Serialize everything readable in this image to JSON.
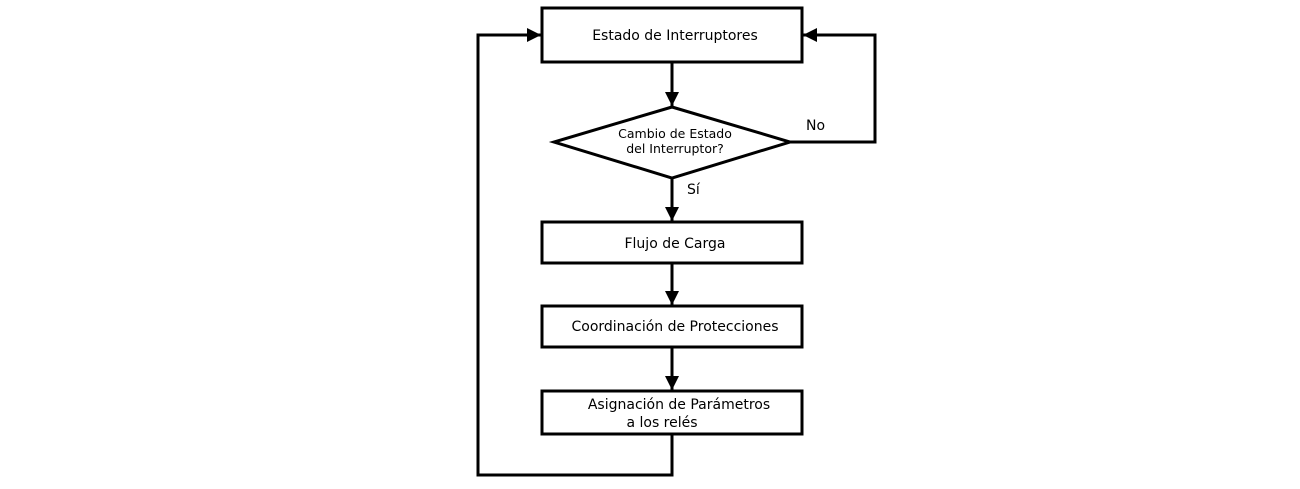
{
  "nodes": {
    "estado": "Estado de Interruptores",
    "decision_line1": "Cambio de Estado",
    "decision_line2": "del Interruptor?",
    "flujo": "Flujo de Carga",
    "coordinacion": "Coordinación de Protecciones",
    "asignacion_line1": "Asignación de Parámetros",
    "asignacion_line2": "a los relés"
  },
  "edges": {
    "no_label": "No",
    "si_label": "Sí"
  },
  "colors": {
    "stroke": "#000000",
    "background": "#ffffff"
  }
}
